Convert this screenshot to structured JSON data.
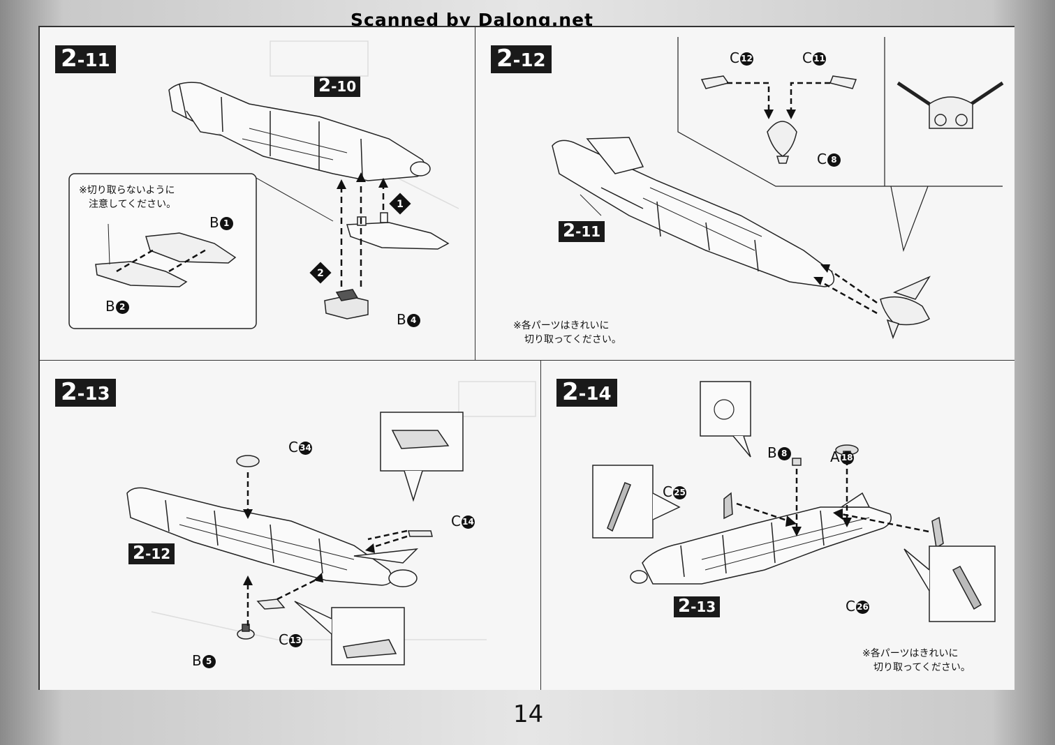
{
  "watermark": "Scanned by Dalong.net",
  "page_number": "14",
  "steps": {
    "s211": {
      "badge_main": "2",
      "badge_sub": "-11",
      "ref_badge_main": "2",
      "ref_badge_sub": "-10",
      "inset_note": [
        "※切り取らないように",
        "注意してください。"
      ],
      "parts": {
        "b1": "B",
        "b1_num": "1",
        "b2": "B",
        "b2_num": "2",
        "b4": "B",
        "b4_num": "4"
      },
      "step_marks": {
        "m1": "1",
        "m2": "2"
      }
    },
    "s212": {
      "badge_main": "2",
      "badge_sub": "-12",
      "ref_badge_main": "2",
      "ref_badge_sub": "-11",
      "parts": {
        "c12": "C",
        "c12_num": "12",
        "c11": "C",
        "c11_num": "11",
        "c8": "C",
        "c8_num": "8"
      },
      "note": [
        "※各パーツはきれいに",
        "切り取ってください。"
      ]
    },
    "s213": {
      "badge_main": "2",
      "badge_sub": "-13",
      "ref_badge_main": "2",
      "ref_badge_sub": "-12",
      "parts": {
        "c34": "C",
        "c34_num": "34",
        "c14": "C",
        "c14_num": "14",
        "c13": "C",
        "c13_num": "13",
        "b5": "B",
        "b5_num": "5"
      }
    },
    "s214": {
      "badge_main": "2",
      "badge_sub": "-14",
      "ref_badge_main": "2",
      "ref_badge_sub": "-13",
      "parts": {
        "b8": "B",
        "b8_num": "8",
        "a18": "A",
        "a18_num": "18",
        "c25": "C",
        "c25_num": "25",
        "c26": "C",
        "c26_num": "26"
      },
      "note": [
        "※各パーツはきれいに",
        "切り取ってください。"
      ]
    }
  },
  "colors": {
    "badge_bg": "#1a1a1a",
    "line": "#222222",
    "panel_bg": "#f6f6f6"
  }
}
